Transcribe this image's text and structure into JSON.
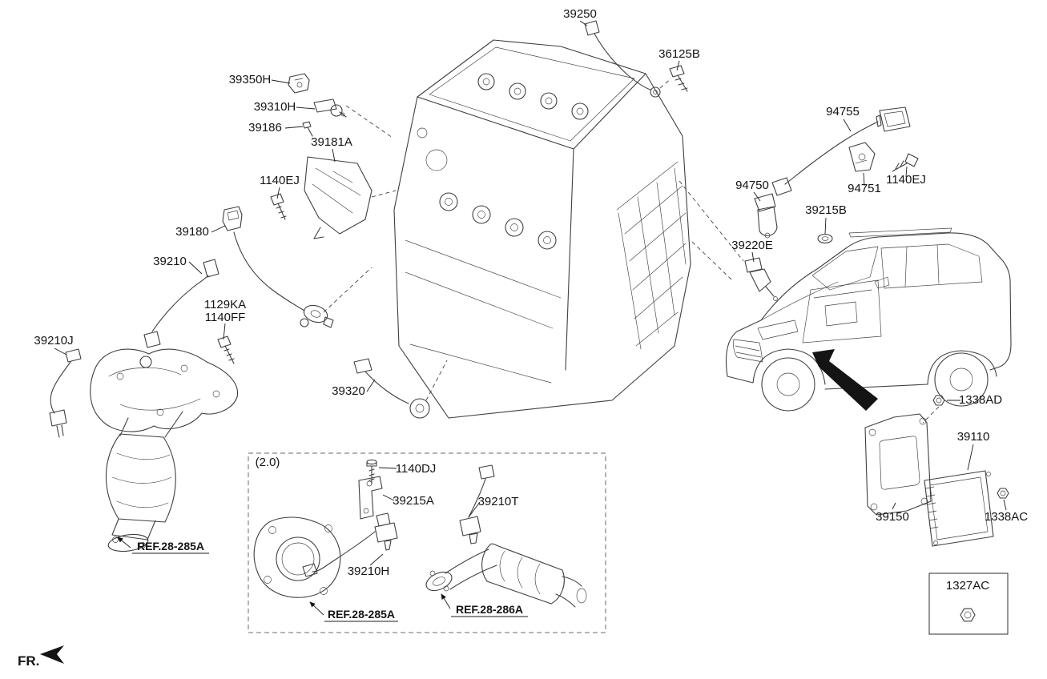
{
  "diagram": {
    "type": "vehicle-parts-diagram",
    "variant_label": "(2.0)",
    "fr_label": "FR.",
    "colors": {
      "line": "#3f3f3f",
      "text": "#141414",
      "background": "#ffffff"
    },
    "part_labels": {
      "p39250": "39250",
      "p36125B": "36125B",
      "p39350H": "39350H",
      "p39310H": "39310H",
      "p39186": "39186",
      "p39181A": "39181A",
      "p1140EJ_left": "1140EJ",
      "p39180": "39180",
      "p39210": "39210",
      "p1129KA": "1129KA",
      "p1140FF": "1140FF",
      "p39210J": "39210J",
      "p39320": "39320",
      "p94755": "94755",
      "p94750": "94750",
      "p94751": "94751",
      "p1140EJ_right": "1140EJ",
      "p39215B": "39215B",
      "p39220E": "39220E",
      "p1338AD": "1338AD",
      "p39110": "39110",
      "p39150": "39150",
      "p1338AC": "1338AC",
      "p1327AC": "1327AC",
      "p1140DJ": "1140DJ",
      "p39215A": "39215A",
      "p39210H": "39210H",
      "p39210T": "39210T"
    },
    "ref_labels": {
      "manifold": "REF.28-285A",
      "gasket_box": "REF.28-285A",
      "converter_box": "REF.28-286A"
    }
  }
}
